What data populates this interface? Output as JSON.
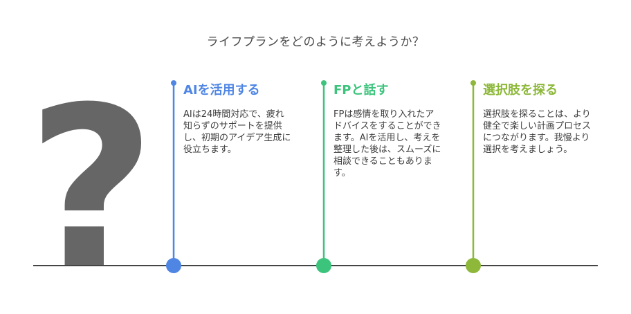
{
  "title": "ライフプランをどのように考えようか？",
  "decor": {
    "question_mark_glyph": "?",
    "question_mark_color": "#666666",
    "timeline_color": "#444444"
  },
  "options": [
    {
      "heading": "AIを活用する",
      "description": "AIは24時間対応で、疲れ知らずのサポートを提供し、初期のアイデア生成に役立ちます。",
      "color": "#4f86e4"
    },
    {
      "heading": "FPと話す",
      "description": "FPは感情を取り入れたアドバイスをすることができます。AIを活用し、考えを整理した後は、スムーズに相談できることもあります。",
      "color": "#3cc47c"
    },
    {
      "heading": "選択肢を探る",
      "description": "選択肢を探ることは、より健全で楽しい計画プロセスにつながります。我慢より選択を考えましょう。",
      "color": "#8db83a"
    }
  ]
}
